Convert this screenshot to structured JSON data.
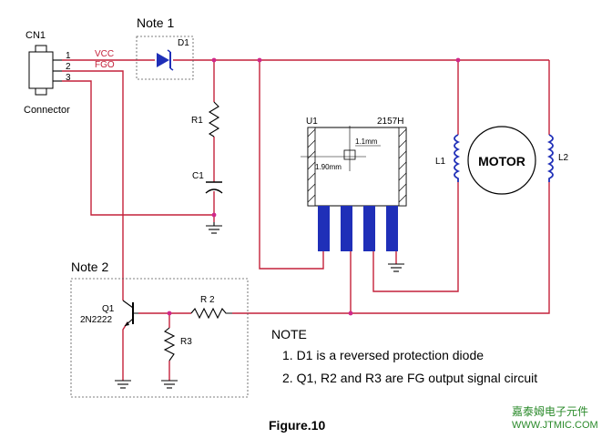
{
  "connector": {
    "ref": "CN1",
    "name": "Connector",
    "pins": [
      "1",
      "2",
      "3"
    ],
    "signals": [
      "VCC",
      "FGO"
    ]
  },
  "notes": {
    "note1": "Note 1",
    "note2": "Note 2",
    "heading": "NOTE",
    "items": [
      "1. D1 is a reversed protection diode",
      "2. Q1, R2 and R3 are FG output signal circuit"
    ]
  },
  "components": {
    "d1": "D1",
    "r1": "R1",
    "c1": "C1",
    "u1": "U1",
    "u1_part": "2157H",
    "dim_1": "1.1mm",
    "dim_2": "1.90mm",
    "l1": "L1",
    "l2": "L2",
    "motor": "MOTOR",
    "q1": "Q1",
    "q1_part": "2N2222",
    "r2": "R 2",
    "r3": "R3"
  },
  "caption": "Figure.10",
  "watermark": {
    "chinese": "嘉泰姆电子元件",
    "url": "WWW.JTMIC.COM"
  },
  "colors": {
    "wire": "#c4213a",
    "ic_body": "#1f2fb8",
    "junction": "#d0288a",
    "watermark": "#2a8a2a"
  }
}
